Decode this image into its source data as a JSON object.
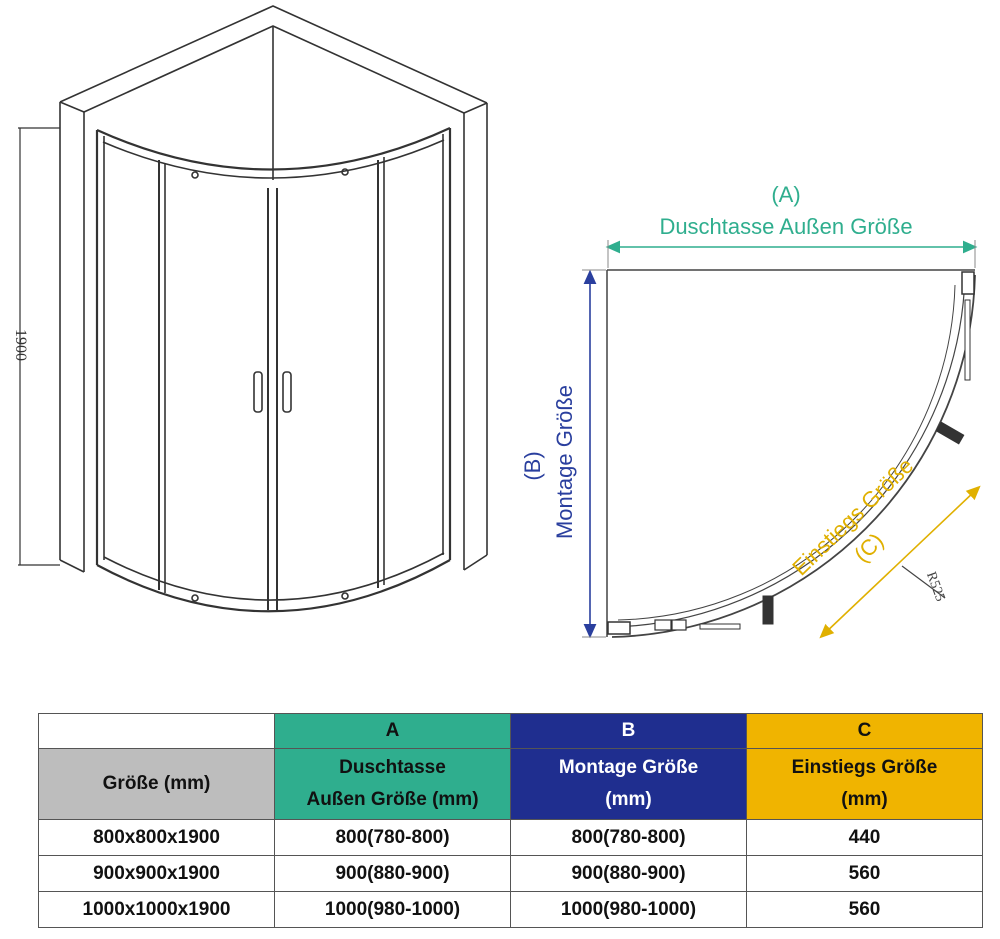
{
  "drawing": {
    "height_label": "1900"
  },
  "plan": {
    "label_a_letter": "(A)",
    "label_a_text": "Duschtasse Außen Größe",
    "label_b_letter": "(B)",
    "label_b_text": "Montage Größe",
    "label_c_letter": "(C)",
    "label_c_text": "Einstiegs Größe",
    "radius_label": "R525"
  },
  "table": {
    "letter_a": "A",
    "letter_b": "B",
    "letter_c": "C",
    "size_header": "Größe (mm)",
    "a_header_line1": "Duschtasse",
    "a_header_line2": "Außen Größe (mm)",
    "b_header_line1": "Montage Größe",
    "b_header_line2": "(mm)",
    "c_header_line1": "Einstiegs Größe",
    "c_header_line2": "(mm)",
    "rows": [
      {
        "size": "800x800x1900",
        "a": "800(780-800)",
        "b": "800(780-800)",
        "c": "440"
      },
      {
        "size": "900x900x1900",
        "a": "900(880-900)",
        "b": "900(880-900)",
        "c": "560"
      },
      {
        "size": "1000x1000x1900",
        "a": "1000(980-1000)",
        "b": "1000(980-1000)",
        "c": "560"
      }
    ]
  },
  "colors": {
    "a_teal": "#2fae8e",
    "b_navy": "#1f2e8f",
    "c_yellow": "#f0b400",
    "size_gray": "#bdbdbd"
  }
}
